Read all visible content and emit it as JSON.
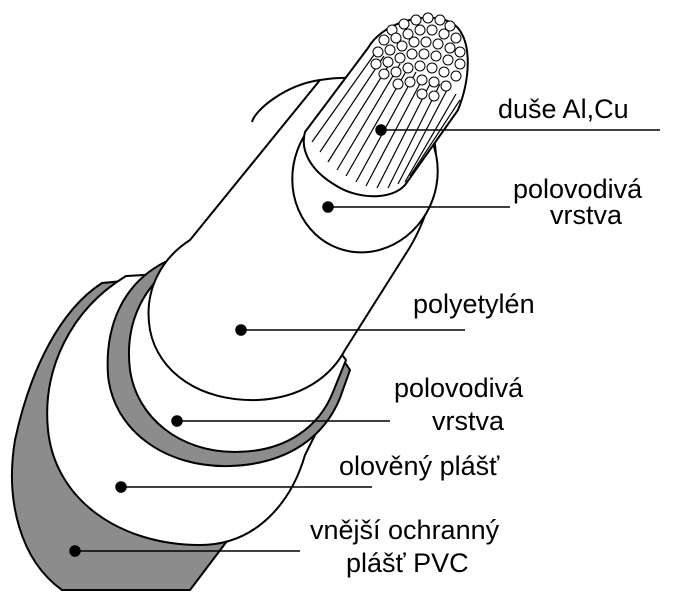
{
  "diagram": {
    "labels": {
      "core": "duše Al,Cu",
      "semi_inner_1": "polovodivá",
      "semi_inner_2": "vrstva",
      "insulation": "polyetylén",
      "semi_outer_1": "polovodivá",
      "semi_outer_2": "vrstva",
      "lead": "olověný plášť",
      "sheath_1": "vnější ochranný",
      "sheath_2": "plášť  PVC"
    },
    "colors": {
      "line": "#000000",
      "fill": "#ffffff",
      "shield": "#8c8c8c",
      "sheath": "#8c8c8c"
    }
  }
}
